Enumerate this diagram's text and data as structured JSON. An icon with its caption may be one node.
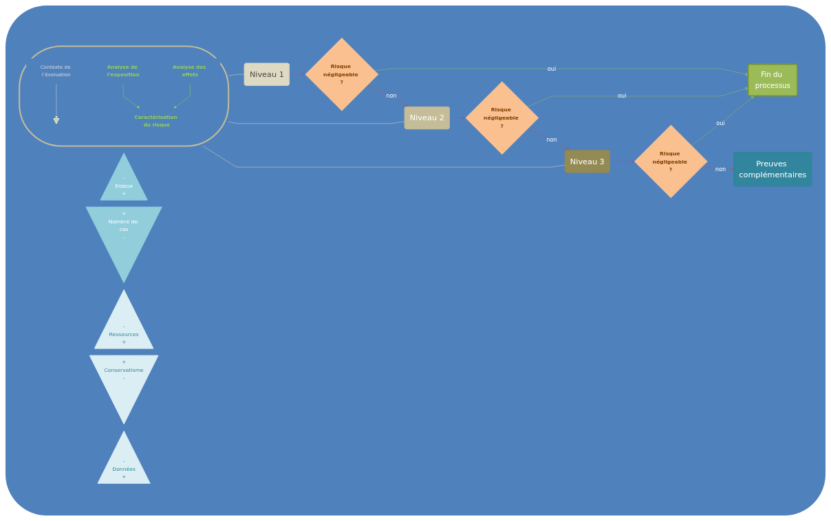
{
  "diagram": {
    "nodes": [
      {
        "text": [
          "-",
          "Enjeux",
          "+"
        ]
      },
      {
        "text": [
          "+",
          "Nombre de cas",
          "-"
        ]
      },
      {
        "text": [
          "-",
          "Ressources",
          "+"
        ]
      },
      {
        "text": [
          "+",
          "Conservatisme",
          "-"
        ]
      },
      {
        "text": [
          "-",
          "Données",
          "+"
        ]
      },
      {
        "text": [
          "Fin du processus"
        ]
      },
      {
        "text": [
          "Niveau 1"
        ]
      },
      {
        "text": [
          "Risque négligeable ?"
        ]
      },
      {
        "text": [
          "Niveau 2"
        ]
      },
      {
        "text": [
          "Risque négligeable ?"
        ]
      },
      {
        "text": [
          "Niveau 3"
        ]
      },
      {
        "text": [
          "Risque négligeable ?"
        ]
      },
      {
        "text": [
          "Preuves complémentaires"
        ]
      },
      {
        "text": [],
        "shape": "bubble"
      },
      {
        "text": [
          "Contexte de l’évaluation"
        ],
        "in": 13
      },
      {
        "text": [],
        "shape": "triangle",
        "in": 13
      },
      {
        "text": [
          "Analyse de l’exposition"
        ],
        "in": 13
      },
      {
        "text": [
          "Analyse des effets"
        ],
        "in": 13
      },
      {
        "text": [
          "Caractérisation du risque"
        ],
        "in": 13
      }
    ],
    "edges": [
      {
        "from": 6,
        "to": 7,
        "arrow": "to",
        "color": "#8064a2"
      },
      {
        "from": 7,
        "to": 5,
        "label": "oui",
        "arrow": "to",
        "color": "#9bbb59"
      },
      {
        "from": 7,
        "to": 8,
        "label": "non",
        "arrow": "to",
        "color": "#c0504d"
      },
      {
        "from": 8,
        "to": 9,
        "arrow": "to",
        "color": "#8064a2"
      },
      {
        "from": 9,
        "to": 5,
        "label": "oui",
        "arrow": "to",
        "color": "#9bbb59"
      },
      {
        "from": 9,
        "to": 10,
        "label": "non",
        "arrow": "to",
        "color": "#c0504d"
      },
      {
        "from": 10,
        "to": 11,
        "arrow": "to",
        "color": "#8064a2"
      },
      {
        "from": 11,
        "to": 5,
        "label": "oui",
        "arrow": "to",
        "color": "#9bbb59"
      },
      {
        "from": 11,
        "to": 12,
        "label": "non",
        "arrow": "to",
        "color": "#c0504d"
      },
      {
        "from": 13,
        "to": 6,
        "arrow": "none",
        "color": "#ddd9c3"
      },
      {
        "from": 13,
        "to": 8,
        "arrow": "none",
        "color": "#ddd9c3"
      },
      {
        "from": 13,
        "to": 10,
        "arrow": "none",
        "color": "#ddd9c3"
      },
      {
        "from": 14,
        "to": 15,
        "arrow": "to",
        "color": "#d9d9d9"
      },
      {
        "from": 16,
        "to": 18,
        "arrow": "to",
        "color": "#92d050"
      },
      {
        "from": 17,
        "to": 18,
        "arrow": "to",
        "color": "#92d050"
      }
    ]
  }
}
